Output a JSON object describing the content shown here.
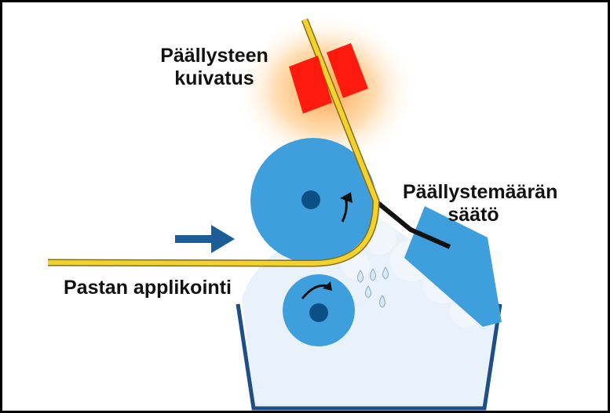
{
  "labels": {
    "drying": [
      "Päällysteen",
      "kuivatus"
    ],
    "amount_control": [
      "Päällystemäärän",
      "säätö"
    ],
    "paste_application": "Pastan applikointi"
  },
  "colors": {
    "roller": "#3f9fdc",
    "roller_hub": "#0b4f87",
    "paper_web": "#f2d22e",
    "paper_edge": "#8a6d10",
    "heater": "#ff1a10",
    "heater_glow": "#ff9a3a",
    "doctor_blade": "#111111",
    "trough_outline": "#1e4f86",
    "coating_paste": "#e9f1fb",
    "feed_arrow": "#1b5d96",
    "border": "#000000"
  },
  "icons": {
    "feed": "arrow-right-icon",
    "rotation": "curved-arrow-icon",
    "drops": "drop-icon"
  }
}
